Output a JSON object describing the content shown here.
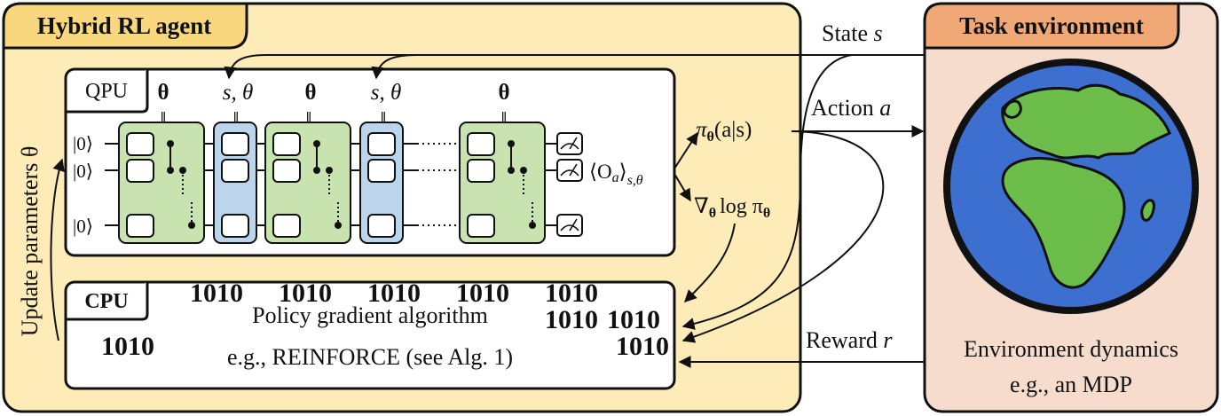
{
  "agent": {
    "title": "Hybrid RL agent",
    "update_label": "Update parameters θ"
  },
  "qpu": {
    "label": "QPU",
    "layer_labels": [
      "θ",
      "s, θ",
      "θ",
      "s, θ",
      "θ"
    ],
    "qubit_labels": [
      "|0⟩",
      "|0⟩",
      "|0⟩"
    ],
    "expectation": "⟨O",
    "expectation_sub_a": "a",
    "expectation_close": "⟩",
    "expectation_sub": "s,θ"
  },
  "outputs": {
    "policy_pi": "π",
    "policy_sub": "θ",
    "policy_args": "(a|s)",
    "grad_nabla": "∇",
    "grad_sub": "θ",
    "grad_log": "log π",
    "grad_log_sub": "θ"
  },
  "cpu": {
    "label": "CPU",
    "line1": "Policy gradient algorithm",
    "line2": "e.g., REINFORCE (see Alg. 1)",
    "watermark": "1010"
  },
  "arrows": {
    "state_label": "State ",
    "state_var": "s",
    "action_label": "Action ",
    "action_var": "a",
    "reward_label": "Reward ",
    "reward_var": "r"
  },
  "environment": {
    "title": "Task environment",
    "line1": "Environment dynamics",
    "line2": "e.g., an MDP"
  },
  "colors": {
    "agent_fill": "#fdebb8",
    "agent_header": "#f9d77f",
    "env_fill": "#f6dccd",
    "env_header": "#f0a877",
    "green_layer": "#c8e2b0",
    "blue_layer": "#bcd4ec",
    "ocean": "#3c6fcf",
    "land": "#6dbd4b"
  }
}
